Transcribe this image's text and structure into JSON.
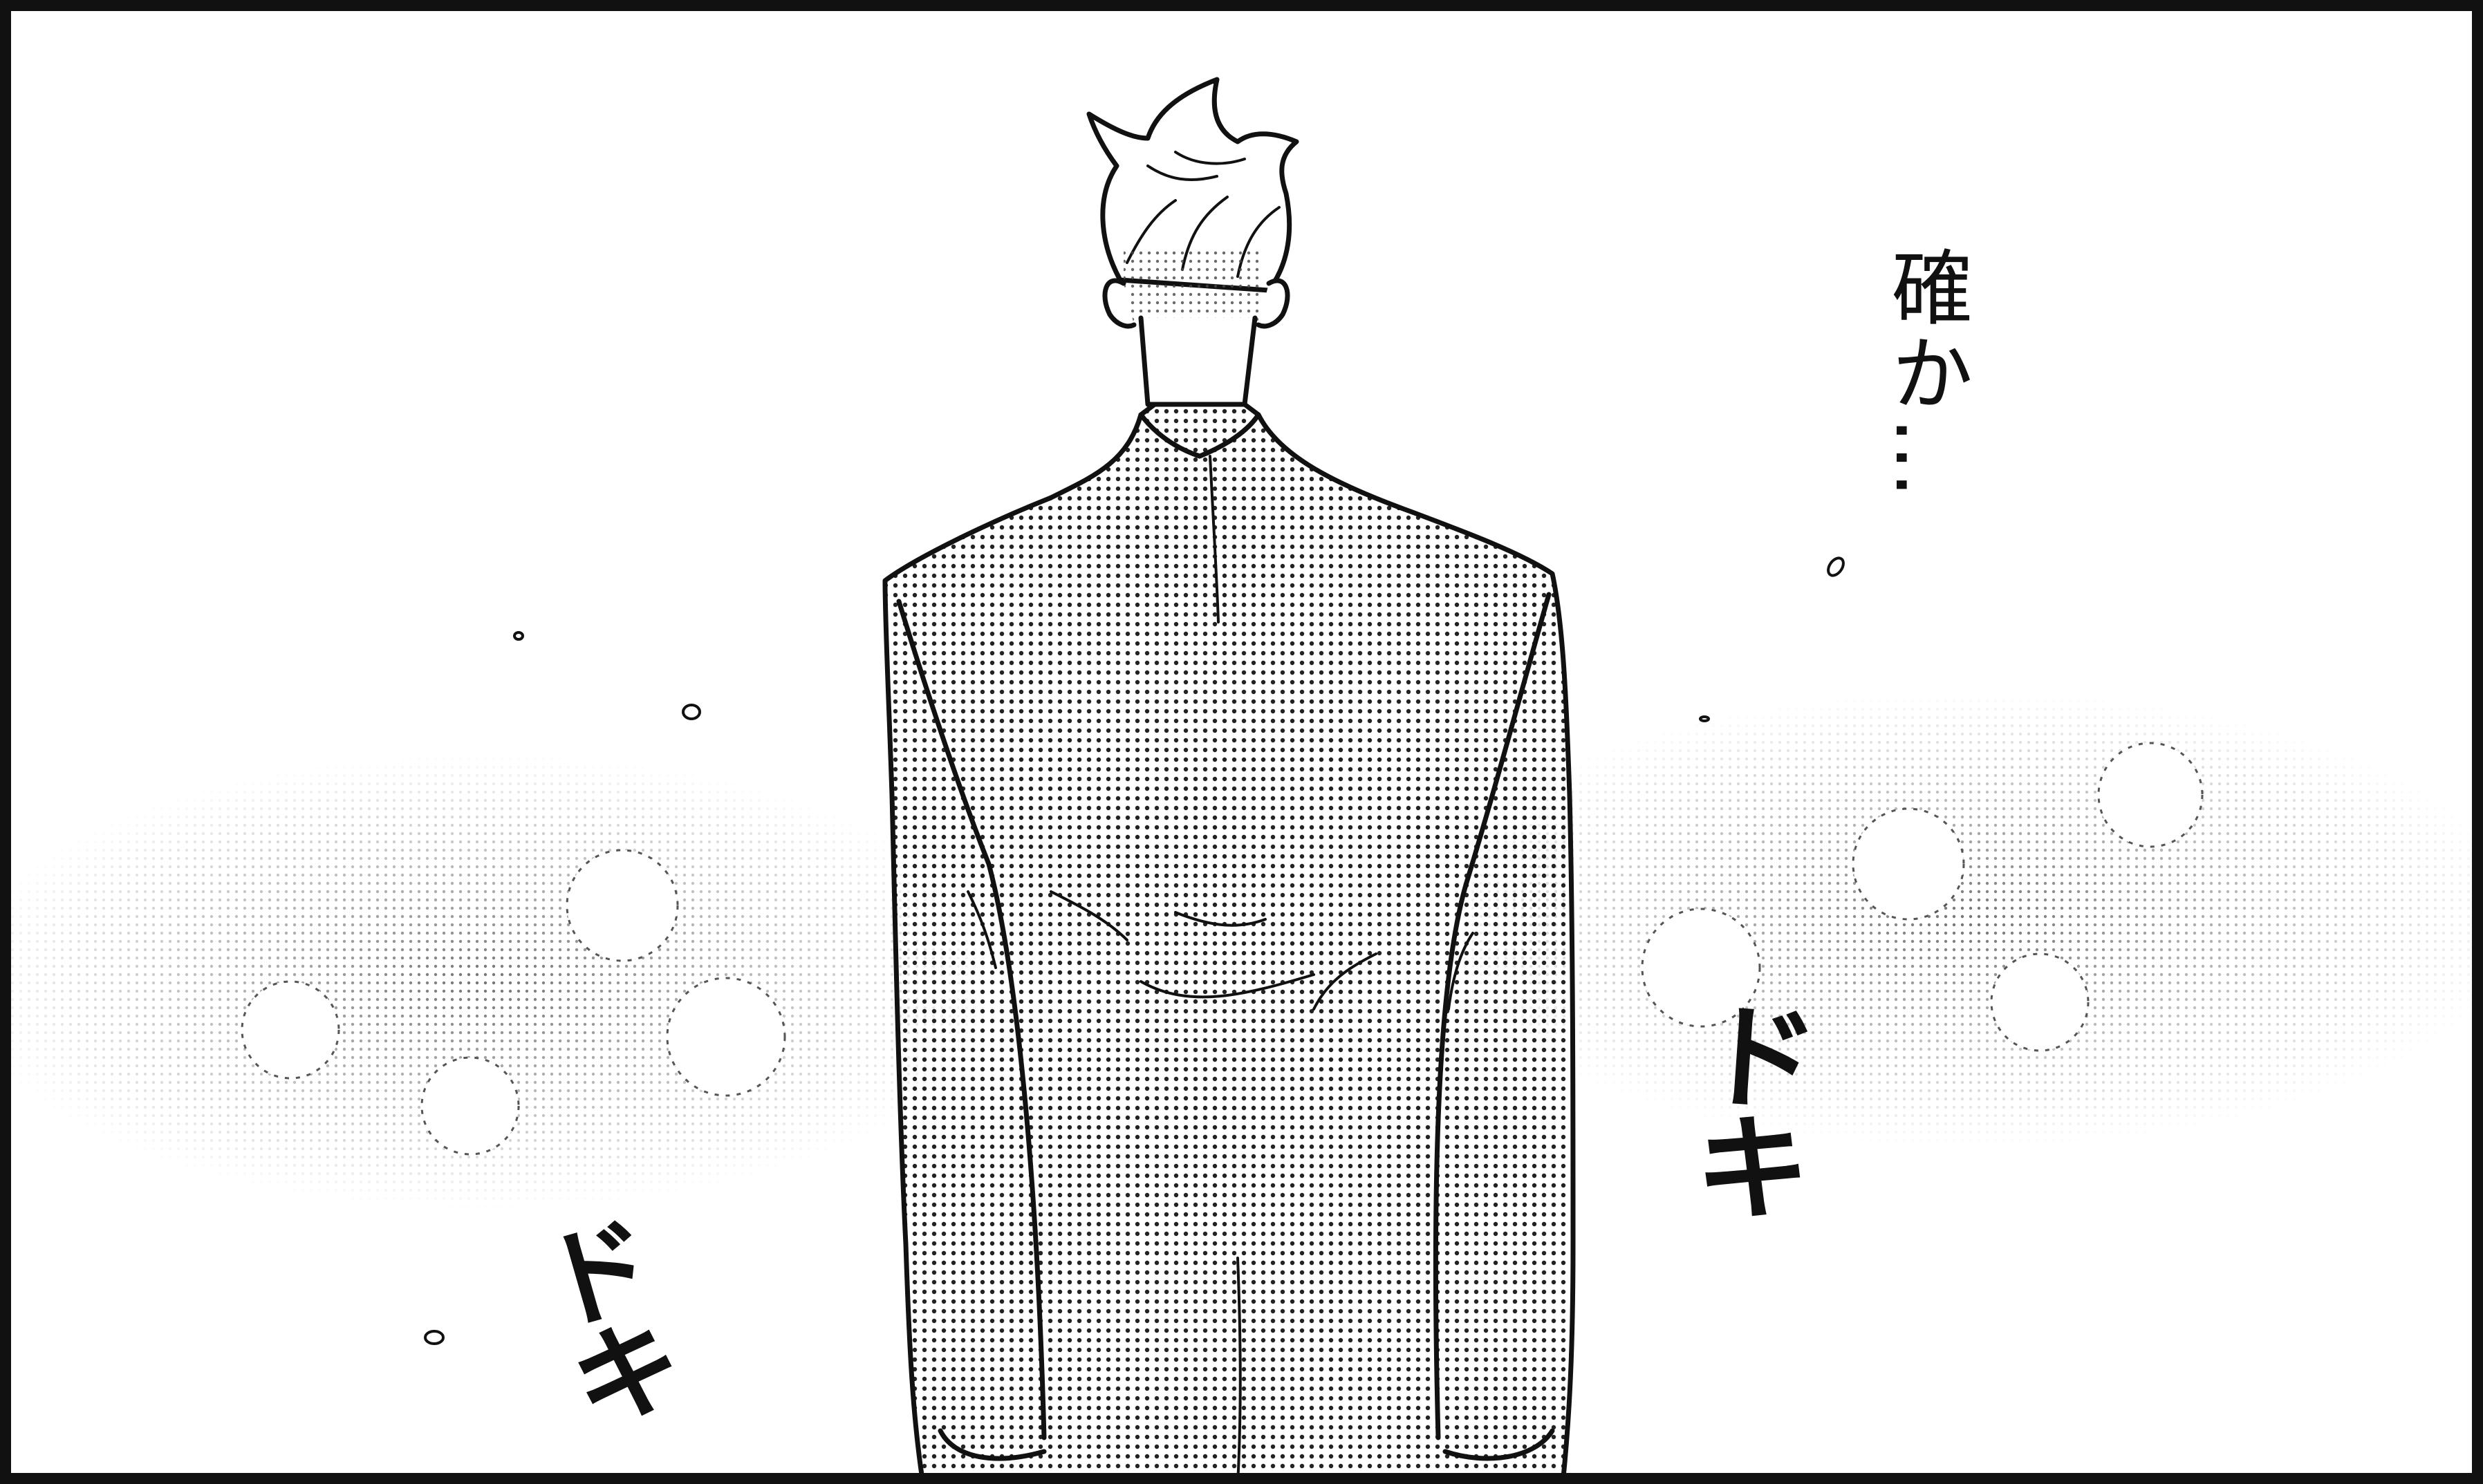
{
  "panel": {
    "narration": "確か…",
    "sfx_right": "ドキ",
    "sfx_left": "ドキ"
  },
  "colors": {
    "ink": "#111111",
    "paper": "#ffffff",
    "screentone": "#9a9a9a"
  }
}
